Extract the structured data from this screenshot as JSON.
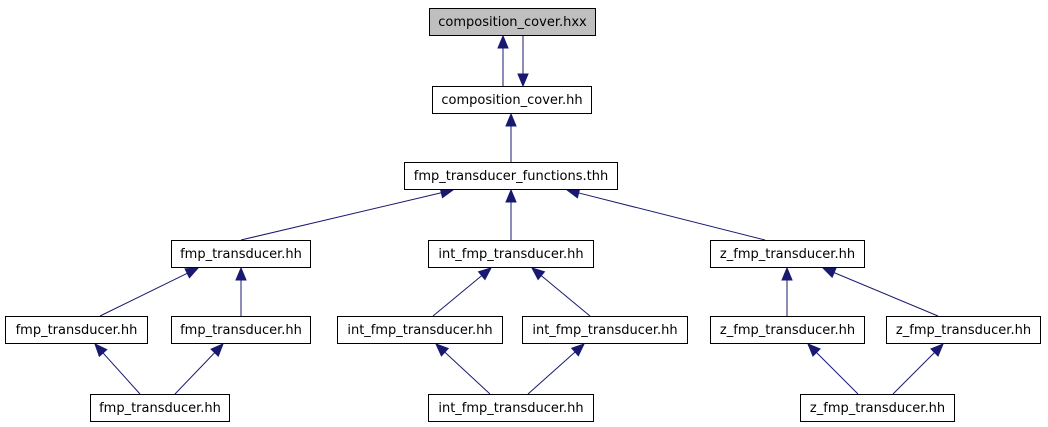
{
  "colors": {
    "edge": "#191970",
    "root_fill": "#bfbfbf",
    "node_fill": "#ffffff",
    "border": "#000000"
  },
  "nodes": {
    "root": "composition_cover.hxx",
    "cc_hh": "composition_cover.hh",
    "fmp_functions": "fmp_transducer_functions.thh",
    "fmp_l2": "fmp_transducer.hh",
    "int_l2": "int_fmp_transducer.hh",
    "z_l2": "z_fmp_transducer.hh",
    "fmp_l3a": "fmp_transducer.hh",
    "fmp_l3b": "fmp_transducer.hh",
    "int_l3a": "int_fmp_transducer.hh",
    "int_l3b": "int_fmp_transducer.hh",
    "z_l3a": "z_fmp_transducer.hh",
    "z_l3b": "z_fmp_transducer.hh",
    "fmp_l4": "fmp_transducer.hh",
    "int_l4": "int_fmp_transducer.hh",
    "z_l4": "z_fmp_transducer.hh"
  }
}
